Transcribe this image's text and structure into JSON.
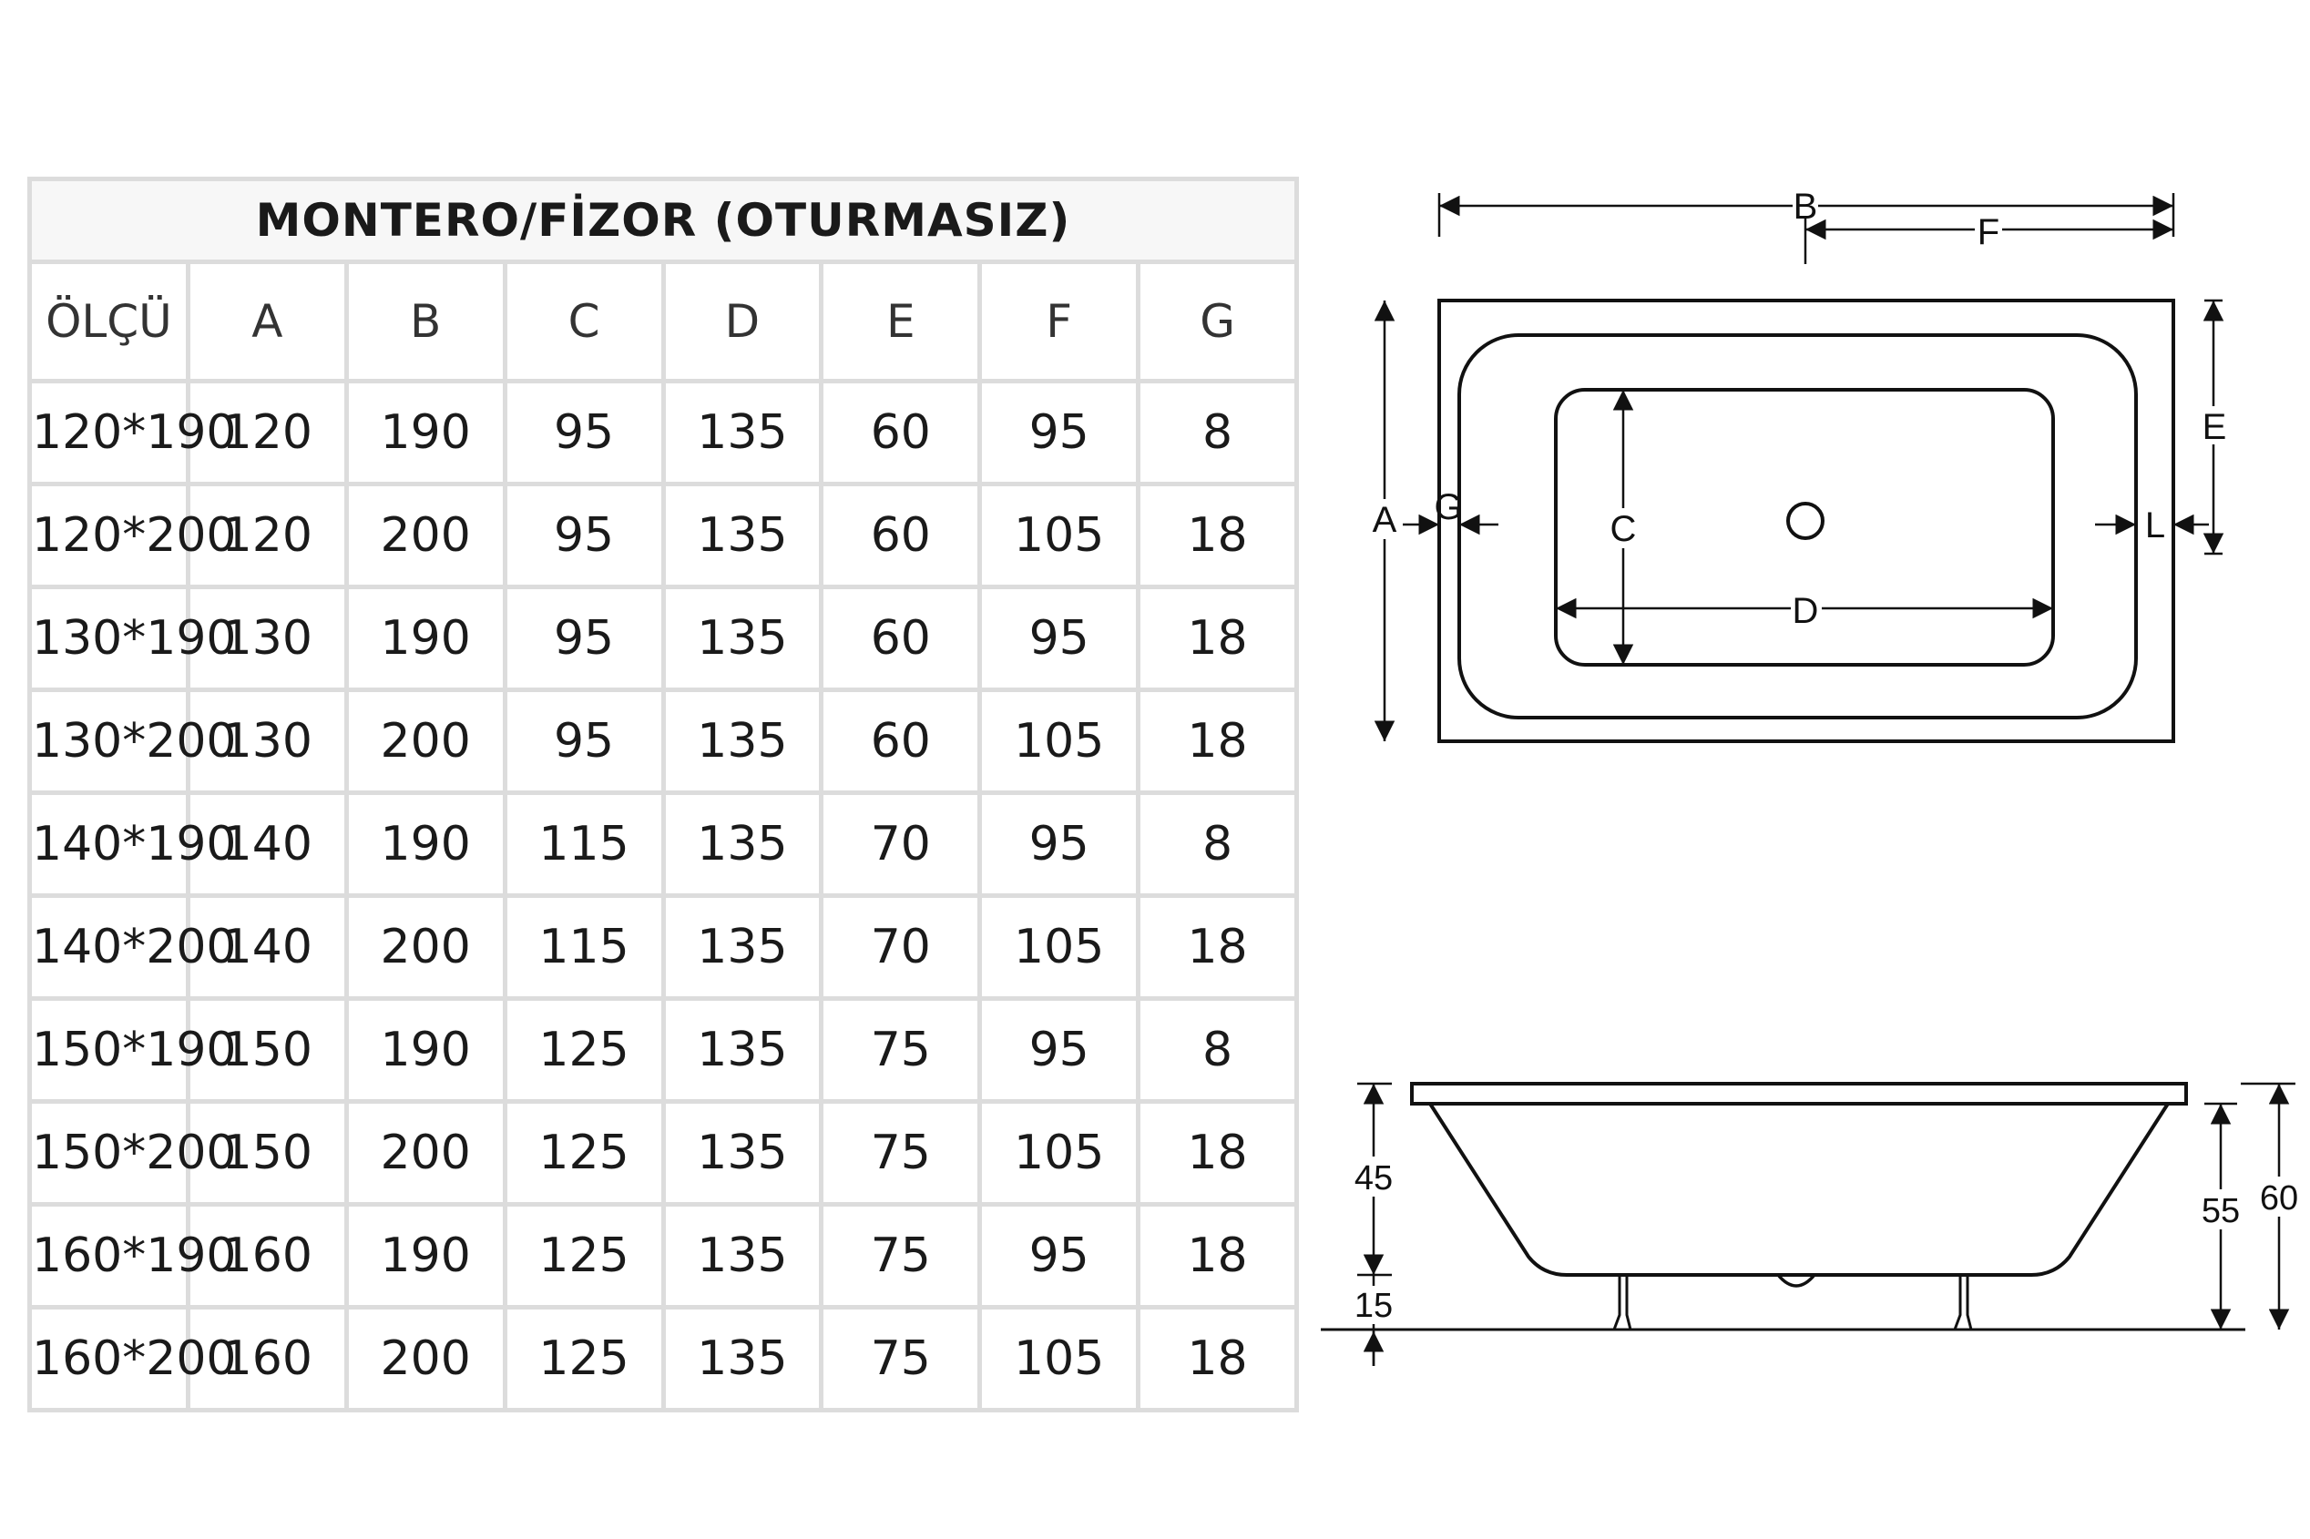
{
  "table": {
    "title": "MONTERO/FİZOR (OTURMASIZ)",
    "headers": [
      "ÖLÇÜ",
      "A",
      "B",
      "C",
      "D",
      "E",
      "F",
      "G"
    ],
    "rows": [
      [
        "120*190",
        "120",
        "190",
        "95",
        "135",
        "60",
        "95",
        "8"
      ],
      [
        "120*200",
        "120",
        "200",
        "95",
        "135",
        "60",
        "105",
        "18"
      ],
      [
        "130*190",
        "130",
        "190",
        "95",
        "135",
        "60",
        "95",
        "18"
      ],
      [
        "130*200",
        "130",
        "200",
        "95",
        "135",
        "60",
        "105",
        "18"
      ],
      [
        "140*190",
        "140",
        "190",
        "115",
        "135",
        "70",
        "95",
        "8"
      ],
      [
        "140*200",
        "140",
        "200",
        "115",
        "135",
        "70",
        "105",
        "18"
      ],
      [
        "150*190",
        "150",
        "190",
        "125",
        "135",
        "75",
        "95",
        "8"
      ],
      [
        "150*200",
        "150",
        "200",
        "125",
        "135",
        "75",
        "105",
        "18"
      ],
      [
        "160*190",
        "160",
        "190",
        "125",
        "135",
        "75",
        "95",
        "18"
      ],
      [
        "160*200",
        "160",
        "200",
        "125",
        "135",
        "75",
        "105",
        "18"
      ]
    ]
  },
  "top_view": {
    "labels": {
      "b": "B",
      "f": "F",
      "a": "A",
      "g": "G",
      "c": "C",
      "d": "D",
      "e": "E",
      "l": "L"
    }
  },
  "side_view": {
    "labels": {
      "h45": "45",
      "h15": "15",
      "h55": "55",
      "h60": "60"
    }
  },
  "colors": {
    "grid": "#dcdcdc",
    "line": "#111111"
  }
}
